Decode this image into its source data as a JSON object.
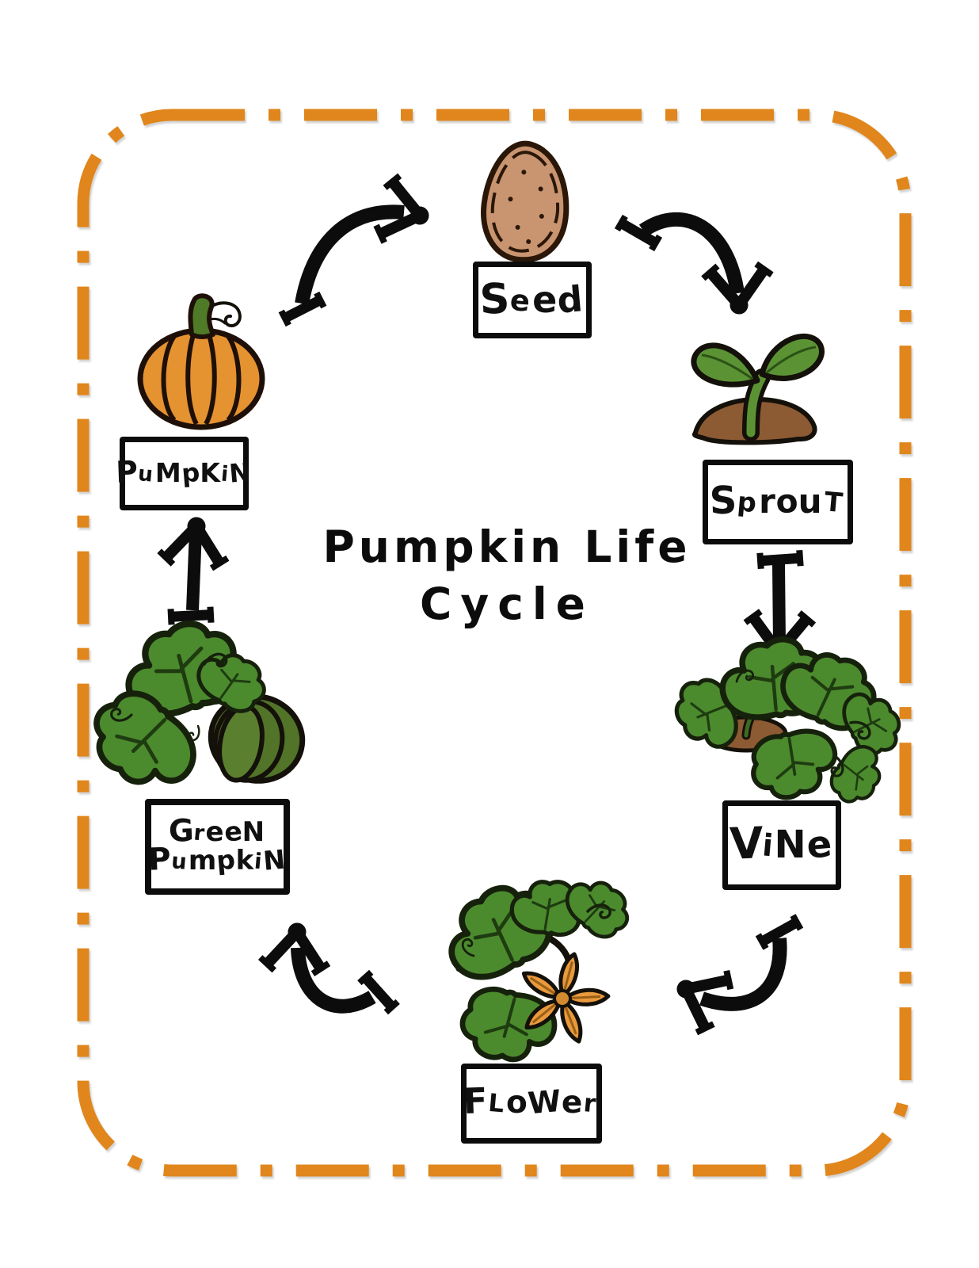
{
  "title": {
    "line1": "Pumpkin Life",
    "line2": "Cycle"
  },
  "stages": [
    {
      "name": "seed",
      "label": "Seed"
    },
    {
      "name": "sprout",
      "label": "SprouT"
    },
    {
      "name": "vine",
      "label": "ViNe"
    },
    {
      "name": "flower",
      "label": "FLoWer"
    },
    {
      "name": "green-pumpkin",
      "label_line1": "GreeN",
      "label_line2": "PumpkiN"
    },
    {
      "name": "pumpkin",
      "label": "PuMpKiN"
    }
  ],
  "colors": {
    "border_orange": "#E0861C",
    "pumpkin_orange": "#E59231",
    "stem_green": "#4F7A28",
    "leaf_green": "#4C8A2E",
    "sprout_green": "#5B9334",
    "green_pumpkin": "#527428",
    "dirt_brown": "#8C5A33",
    "seed_tan": "#C99470",
    "flower_orange": "#E89A3C",
    "outline_black": "#0C0C0C"
  }
}
